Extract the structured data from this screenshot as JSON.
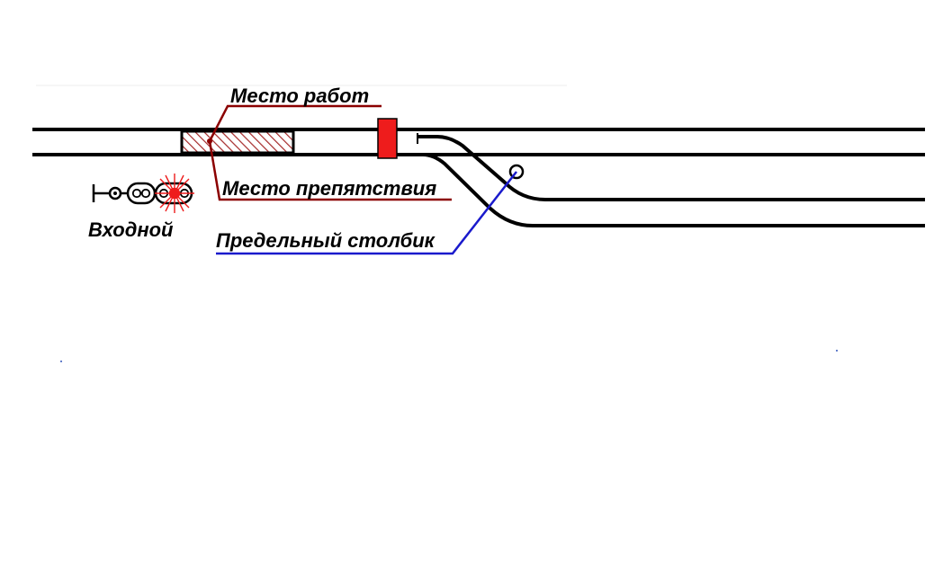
{
  "labels": {
    "work_site": "Место работ",
    "obstruction_site": "Место препятствия",
    "entry_signal": "Входной",
    "clearance_post": "Предельный столбик"
  },
  "colors": {
    "track": "#000000",
    "work_leader": "#8b0000",
    "post_leader": "#1a1acc",
    "barrier": "#ee1c1c",
    "work_zone_hatch": "#a52a2a",
    "signal_lit": "#ee1c1c"
  },
  "icons": {
    "stop_barrier": "red-stop-barrier-icon",
    "entry_signal": "railway-signal-icon",
    "clearance_post": "clearance-post-icon"
  },
  "signal": {
    "lit_lamp": "red"
  }
}
